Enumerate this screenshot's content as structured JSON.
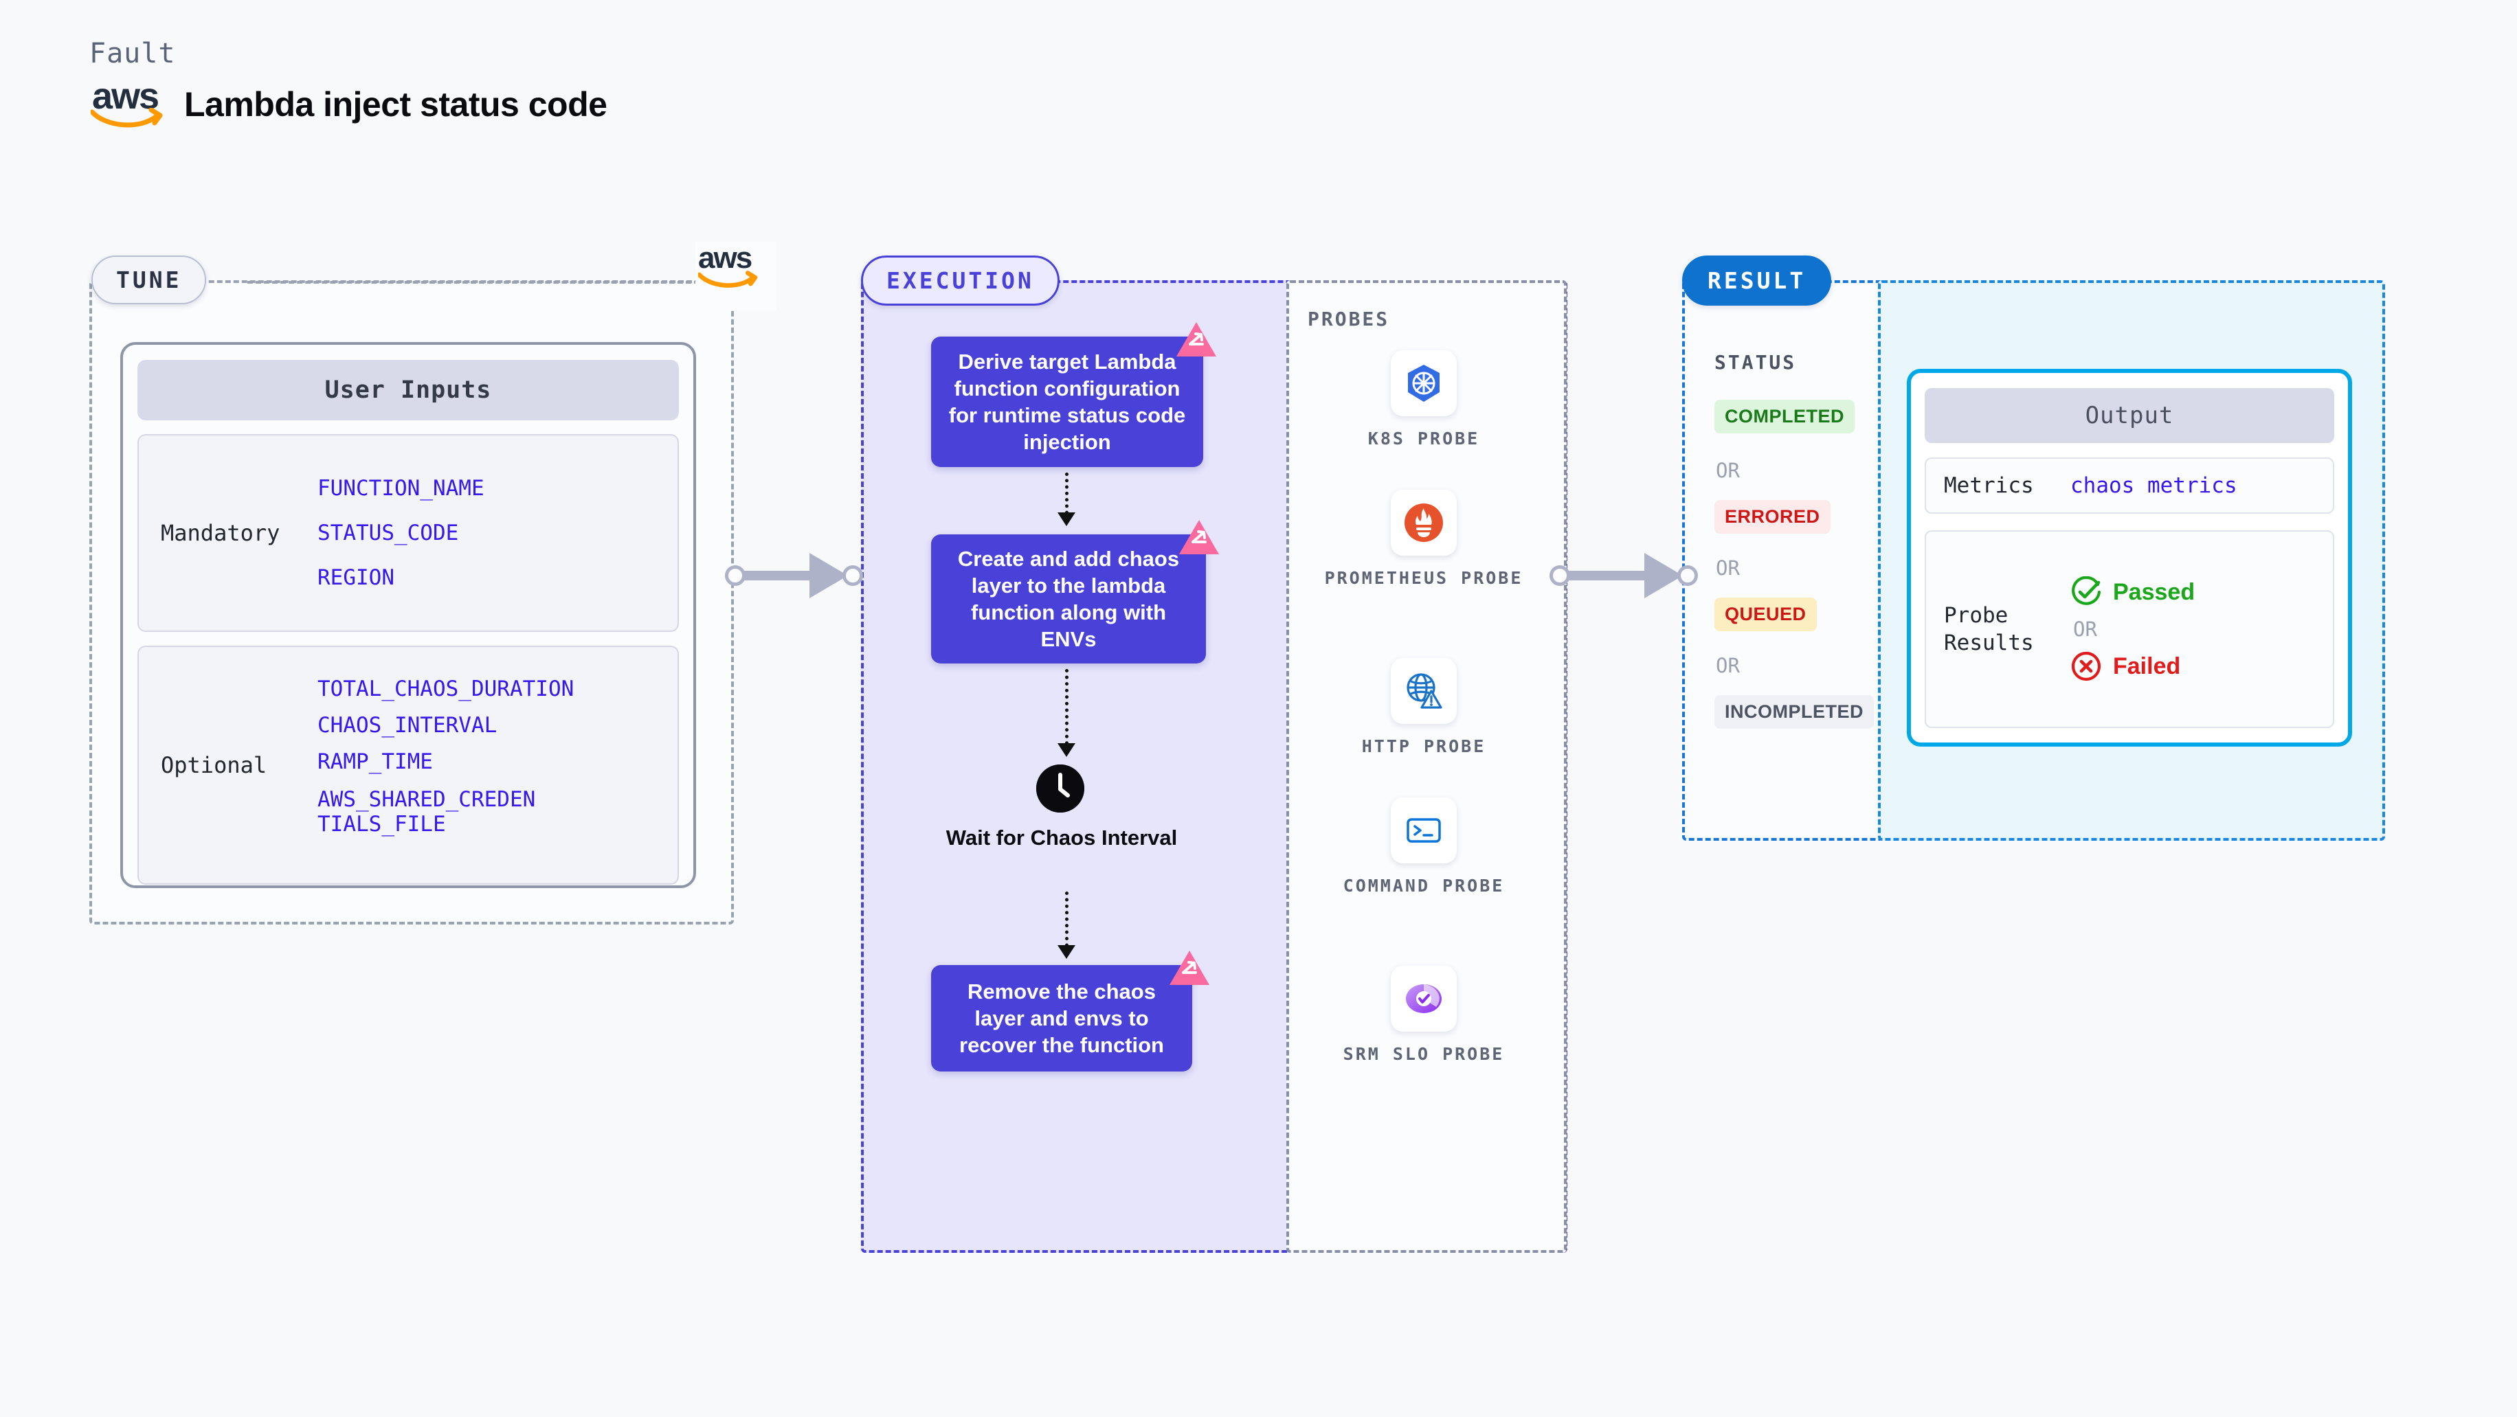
{
  "header": {
    "kicker": "Fault",
    "brand_logo": "aws-logo",
    "brand_text": "aws",
    "title": "Lambda inject status code"
  },
  "tune": {
    "pill_label": "TUNE",
    "card_title": "User Inputs",
    "groups": [
      {
        "label": "Mandatory",
        "params": [
          "FUNCTION_NAME",
          "STATUS_CODE",
          "REGION"
        ]
      },
      {
        "label": "Optional",
        "params": [
          "TOTAL_CHAOS_DURATION",
          "CHAOS_INTERVAL",
          "RAMP_TIME",
          "AWS_SHARED_CREDENTIALS_FILE"
        ]
      }
    ]
  },
  "execution": {
    "pill_label": "EXECUTION",
    "steps": [
      {
        "text": "Derive target Lambda function configuration for runtime status code injection",
        "badge": "litmus-logo-icon"
      },
      {
        "text": "Create and add chaos layer to the lambda function along with ENVs",
        "badge": "litmus-logo-icon"
      }
    ],
    "wait": {
      "icon": "clock-icon",
      "label": "Wait for Chaos Interval"
    },
    "final_step": {
      "text": "Remove the chaos layer and envs to recover the function",
      "badge": "litmus-logo-icon"
    }
  },
  "probes": {
    "title": "PROBES",
    "items": [
      {
        "name": "K8S PROBE",
        "icon": "kubernetes-icon"
      },
      {
        "name": "PROMETHEUS PROBE",
        "icon": "prometheus-icon"
      },
      {
        "name": "HTTP PROBE",
        "icon": "globe-warning-icon"
      },
      {
        "name": "COMMAND PROBE",
        "icon": "terminal-icon"
      },
      {
        "name": "SRM SLO PROBE",
        "icon": "slo-donut-check-icon"
      }
    ]
  },
  "result": {
    "pill_label": "RESULT",
    "status_title": "STATUS",
    "or_label": "OR",
    "statuses": [
      {
        "label": "COMPLETED",
        "bg": "#dcf5dc",
        "fg": "#1a7a1a"
      },
      {
        "label": "ERRORED",
        "bg": "#fdeaea",
        "fg": "#cc1717"
      },
      {
        "label": "QUEUED",
        "bg": "#fdeec2",
        "fg": "#cc1717"
      },
      {
        "label": "INCOMPLETED",
        "bg": "#f0f1f7",
        "fg": "#4d5361"
      }
    ]
  },
  "output": {
    "header": "Output",
    "metrics_label": "Metrics",
    "metrics_value": "chaos metrics",
    "probe_results_label": "Probe Results",
    "or_label": "OR",
    "passed_label": "Passed",
    "failed_label": "Failed",
    "passed_color": "#1aa81a",
    "failed_color": "#e01b1b"
  },
  "colors": {
    "accent_purple": "#4a41d8",
    "accent_blue": "#0f72cf",
    "accent_cyan": "#00a8e8",
    "param_blue": "#3518ec",
    "litmus_pink": "#fb6a9e"
  }
}
